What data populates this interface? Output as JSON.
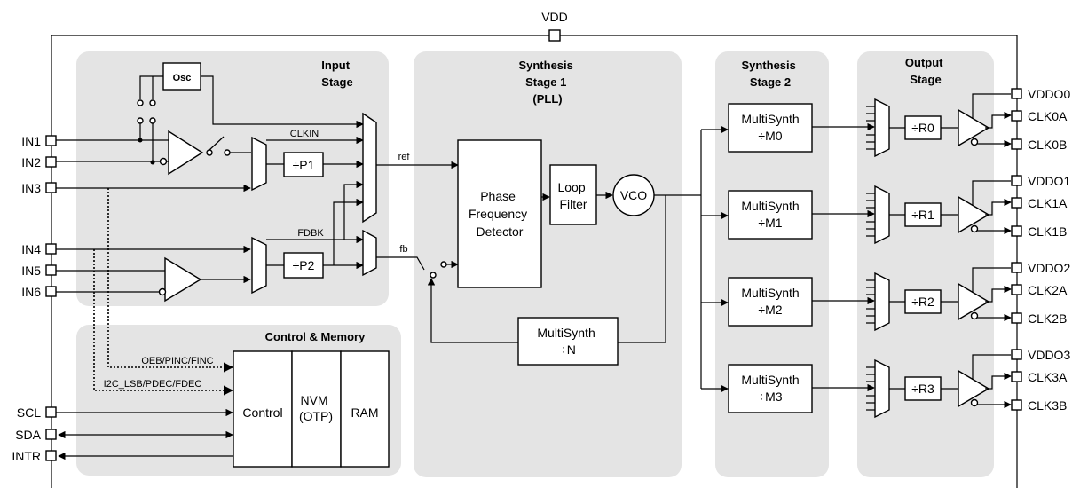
{
  "supply": {
    "vdd": "VDD"
  },
  "regions": {
    "input_stage": [
      "Input",
      "Stage"
    ],
    "synth1": [
      "Synthesis",
      "Stage 1",
      "(PLL)"
    ],
    "synth2": [
      "Synthesis",
      "Stage 2"
    ],
    "output_stage": [
      "Output",
      "Stage"
    ],
    "control_memory": "Control & Memory"
  },
  "inputs": [
    "IN1",
    "IN2",
    "IN3",
    "IN4",
    "IN5",
    "IN6"
  ],
  "serial_pins": [
    "SCL",
    "SDA",
    "INTR"
  ],
  "input_blocks": {
    "osc": "Osc",
    "p1": "÷P1",
    "p2": "÷P2"
  },
  "signals": {
    "clkin": "CLKIN",
    "fdbk": "FDBK",
    "ref": "ref",
    "fb": "fb",
    "oeb": "OEB/PINC/FINC",
    "i2c": "I2C_LSB/PDEC/FDEC"
  },
  "pll": {
    "pfd": [
      "Phase",
      "Frequency",
      "Detector"
    ],
    "loop_filter": [
      "Loop",
      "Filter"
    ],
    "vco": "VCO",
    "feedback": [
      "MultiSynth",
      "÷N"
    ]
  },
  "multisynths": [
    {
      "name": "MultiSynth",
      "div": "÷M0"
    },
    {
      "name": "MultiSynth",
      "div": "÷M1"
    },
    {
      "name": "MultiSynth",
      "div": "÷M2"
    },
    {
      "name": "MultiSynth",
      "div": "÷M3"
    }
  ],
  "rdividers": [
    "÷R0",
    "÷R1",
    "÷R2",
    "÷R3"
  ],
  "outputs": [
    {
      "vddo": "VDDO0",
      "a": "CLK0A",
      "b": "CLK0B"
    },
    {
      "vddo": "VDDO1",
      "a": "CLK1A",
      "b": "CLK1B"
    },
    {
      "vddo": "VDDO2",
      "a": "CLK2A",
      "b": "CLK2B"
    },
    {
      "vddo": "VDDO3",
      "a": "CLK3A",
      "b": "CLK3B"
    }
  ],
  "control_blocks": {
    "control": "Control",
    "nvm": [
      "NVM",
      "(OTP)"
    ],
    "ram": "RAM"
  }
}
